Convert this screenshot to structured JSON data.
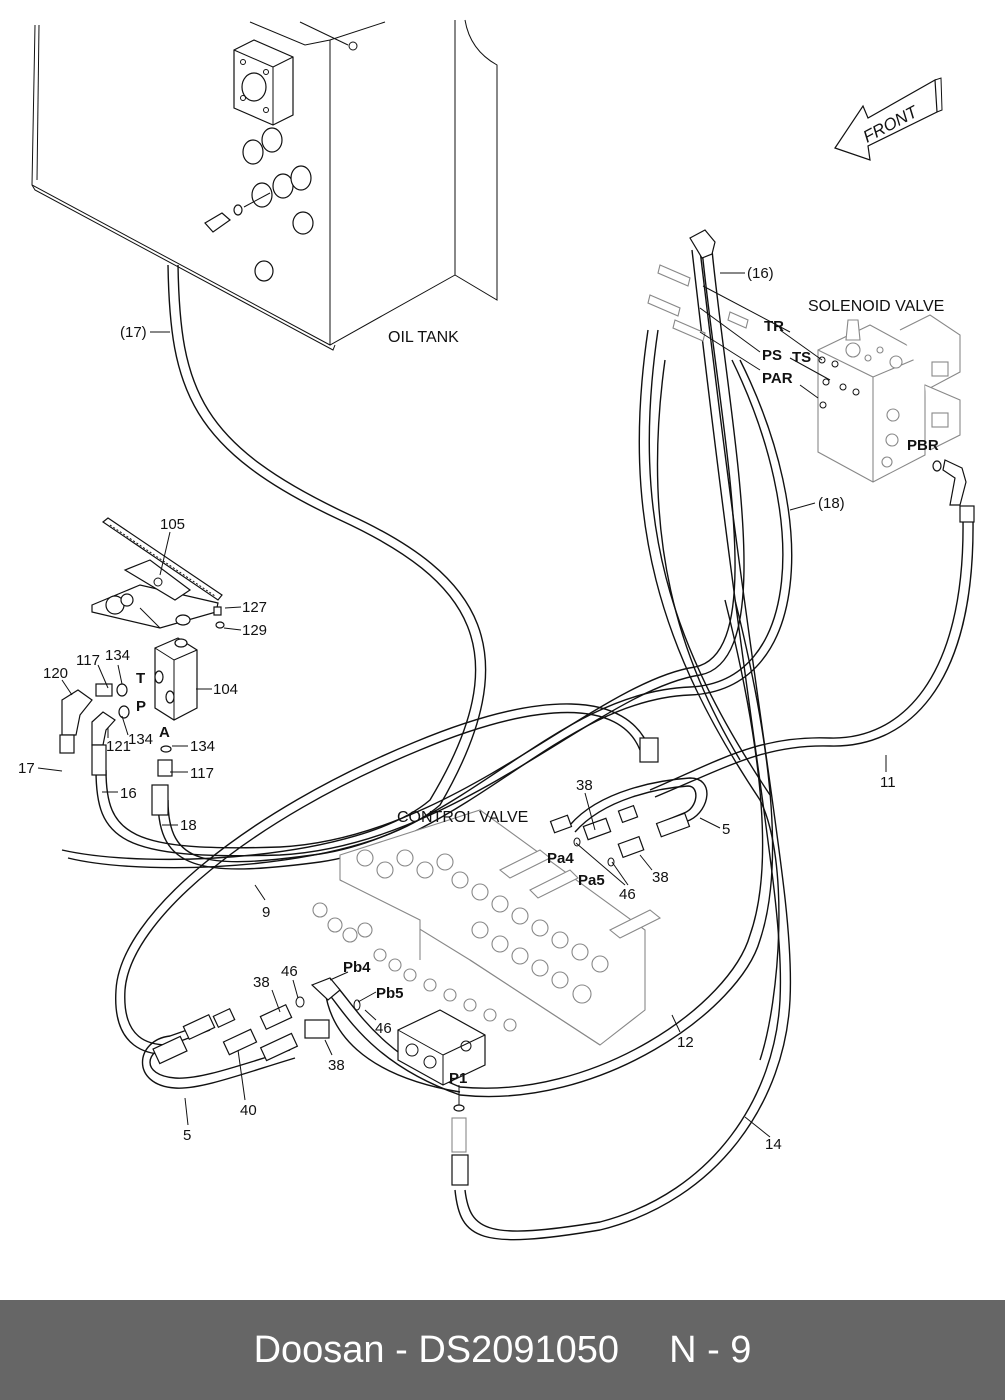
{
  "diagram": {
    "components": {
      "oil_tank": "OIL TANK",
      "solenoid_valve": "SOLENOID VALVE",
      "control_valve": "CONTROL VALVE",
      "front_arrow": "FRONT"
    },
    "ports": {
      "tr": "TR",
      "ts": "TS",
      "ps": "PS",
      "par": "PAR",
      "pbr": "PBR",
      "t": "T",
      "p": "P",
      "a": "A",
      "pa4": "Pa4",
      "pa5": "Pa5",
      "pb4": "Pb4",
      "pb5": "Pb5",
      "p1": "P1"
    },
    "callouts": {
      "c17_ref": "(17)",
      "c16_ref": "(16)",
      "c18_ref": "(18)",
      "c105": "105",
      "c127": "127",
      "c129": "129",
      "c104": "104",
      "c120": "120",
      "c117_top": "117",
      "c134_top": "134",
      "c121": "121",
      "c134_mid": "134",
      "c134_low": "134",
      "c117_low": "117",
      "c17": "17",
      "c16": "16",
      "c18": "18",
      "c38_top": "38",
      "c5_right": "5",
      "c46_right": "46",
      "c38_right": "38",
      "c11": "11",
      "c9": "9",
      "c12": "12",
      "c14": "14",
      "c38_left": "38",
      "c46_left": "46",
      "c46_pb5": "46",
      "c40": "40",
      "c38_bottom": "38",
      "c5_left": "5"
    }
  },
  "footer": {
    "brand": "Doosan",
    "separator": "-",
    "part_number": "DS2091050",
    "page_ref": "N - 9"
  }
}
